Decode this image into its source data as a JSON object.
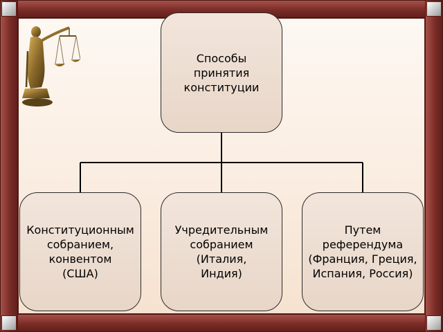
{
  "diagram": {
    "root": {
      "label": "Способы\nпринятия\nконституции"
    },
    "children": [
      {
        "label": "Конституционным\nсобранием,\nконвентом\n(США)"
      },
      {
        "label": "Учредительным\nсобранием\n(Италия,\nИндия)"
      },
      {
        "label": "Путем\nреферендума\n(Франция, Греция,\nИспания, Россия)"
      }
    ]
  },
  "colors": {
    "frame": "#7a2f2a",
    "panel_background": "#fbefe4",
    "node_fill": "#ecdcd0",
    "node_border": "#2a2a2a",
    "connector": "#000000"
  },
  "icons": {
    "decoration": "themis-justice-statue-icon"
  }
}
